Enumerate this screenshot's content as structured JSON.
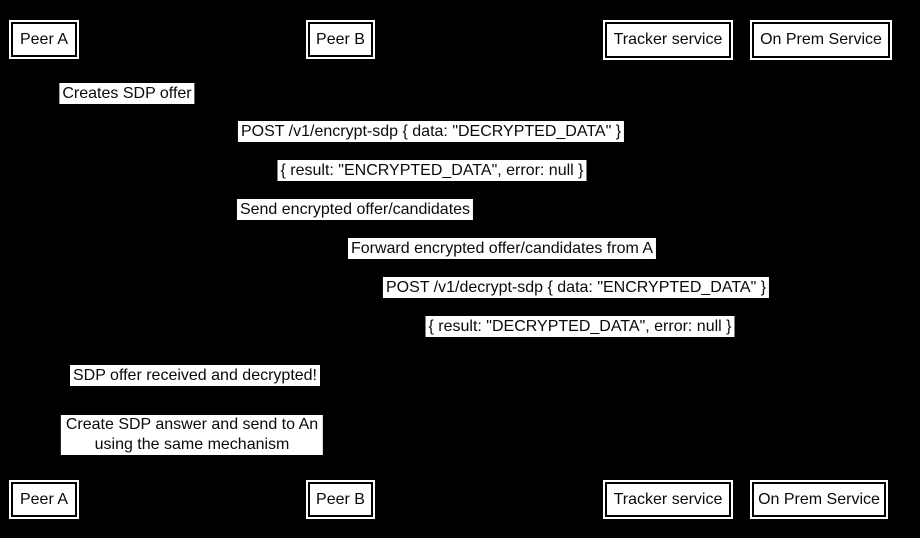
{
  "diagram": {
    "type": "sequence-diagram",
    "background_color": "#000000",
    "participant_box_fill": "#ffffff",
    "participant_box_border": "#000000",
    "label_background": "#ffffff",
    "text_color": "#0a0a0a"
  },
  "participants": [
    {
      "label": "Peer A"
    },
    {
      "label": "Peer B"
    },
    {
      "label": "Tracker service"
    },
    {
      "label": "On Prem Service"
    }
  ],
  "messages": [
    {
      "text": "Creates SDP offer"
    },
    {
      "text": "POST /v1/encrypt-sdp { data: \"DECRYPTED_DATA\" }"
    },
    {
      "text": "{ result: \"ENCRYPTED_DATA\", error: null }"
    },
    {
      "text": "Send encrypted offer/candidates"
    },
    {
      "text": "Forward encrypted offer/candidates from A"
    },
    {
      "text": "POST /v1/decrypt-sdp { data: \"ENCRYPTED_DATA\" }"
    },
    {
      "text": "{ result: \"DECRYPTED_DATA\", error: null }"
    },
    {
      "text": "SDP offer received and decrypted!"
    },
    {
      "text": "Create SDP answer and send to An\nusing the same mechanism"
    }
  ]
}
